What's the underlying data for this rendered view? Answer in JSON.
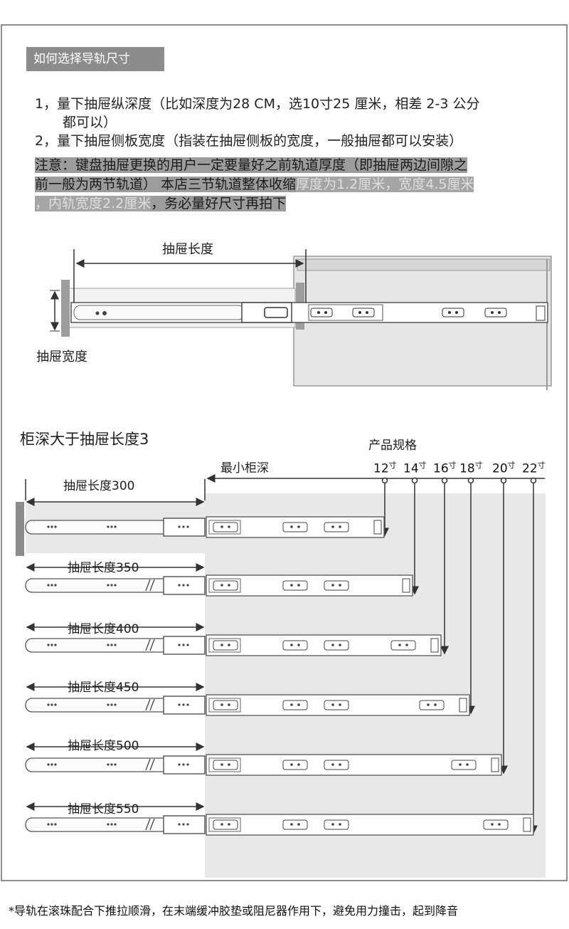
{
  "header": {
    "title": "如何选择导轨尺寸"
  },
  "instructions": {
    "line1": "1，量下抽屉纵深度（比如深度为28 CM，选10寸25 厘米，相差 2-3 公分",
    "line1b": "都可以）",
    "line2": "2，量下抽屉侧板宽度（指装在抽屉侧板的宽度，一般抽屉都可以安装）"
  },
  "notice": {
    "line1": "注意：键盘抽屉更换的用户一定要量好之前轨道厚度（即抽屉两边间隙之",
    "line2a": "前一般为两节轨道） 本店三节轨道整体收缩",
    "line2b": "厚度为1.2厘米，宽度4.5厘米",
    "line3a": "，内轨宽度2.2厘米",
    "line3b": "，务必量好尺寸再拍下"
  },
  "top_diagram": {
    "length_label": "抽屉长度",
    "width_label": "抽屉宽度"
  },
  "spec_chart": {
    "title": "柜深大于抽屉长度3",
    "spec_label": "产品规格",
    "min_depth_label": "最小柜深",
    "sizes": [
      {
        "num": "12",
        "unit": "寸"
      },
      {
        "num": "14",
        "unit": "寸"
      },
      {
        "num": "16",
        "unit": "寸"
      },
      {
        "num": "18",
        "unit": "寸"
      },
      {
        "num": "20",
        "unit": "寸"
      },
      {
        "num": "22",
        "unit": "寸"
      }
    ],
    "rows": [
      {
        "label": "抽屉长度300"
      },
      {
        "label": "抽屉长度350"
      },
      {
        "label": "抽屉长度400"
      },
      {
        "label": "抽屉长度450"
      },
      {
        "label": "抽屉长度500"
      },
      {
        "label": "抽屉长度550"
      }
    ]
  },
  "footer": {
    "text": "*导轨在滚珠配合下推拉顺滑，在末端缓冲胶垫或阻尼器作用下，避免用力撞击，起到降音"
  },
  "colors": {
    "gray_fill": "#e8e8e8",
    "dark_gray": "#8c8c8c",
    "line": "#333333"
  }
}
